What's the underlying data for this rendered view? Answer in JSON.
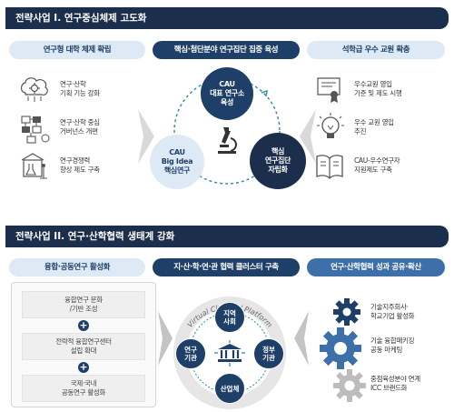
{
  "section1": {
    "title": "전략사업 I. 연구중심체제 고도화",
    "left": {
      "header": "연구형 대학 체제 확립",
      "items": [
        {
          "line1": "연구·산학",
          "line2": "기획 기능 강화",
          "icon": "brain-gear-icon"
        },
        {
          "line1": "연구·산학 중심",
          "line2": "거버넌스 개편",
          "icon": "flowchart-icon"
        },
        {
          "line1": "연구경쟁력",
          "line2": "향상 제도 구축",
          "icon": "lab-flask-icon"
        }
      ]
    },
    "center": {
      "header": "핵심·첨단분야 연구집단 집중 육성",
      "top": {
        "line1": "CAU",
        "line2": "대표 연구소",
        "line3": "육성"
      },
      "left": {
        "line1": "CAU",
        "line2": "Big Idea",
        "line3": "핵심연구"
      },
      "right": {
        "line1": "핵심",
        "line2": "연구집단",
        "line3": "자립화"
      }
    },
    "right": {
      "header": "석학급 우수 교원 확충",
      "items": [
        {
          "line1": "우수교원 영입",
          "line2": "기준 및 제도 시행",
          "icon": "diploma-icon"
        },
        {
          "line1": "우수 교원 영입",
          "line2": "추진",
          "icon": "lightbulb-icon"
        },
        {
          "line1": "CAU-우수연구자",
          "line2": "지원제도 구축",
          "icon": "book-icon"
        }
      ]
    }
  },
  "section2": {
    "title": "전략사업 II. 연구·산학협력 생태계 강화",
    "left": {
      "header": "융합·공동연구 활성화",
      "boxes": [
        {
          "line1": "융합연구 문화",
          "line2": "/기반 조성"
        },
        {
          "line1": "전략적 융합연구센터",
          "line2": "설립 확대"
        },
        {
          "line1": "국제·국내",
          "line2": "공동연구 활성화"
        }
      ]
    },
    "center": {
      "header": "지·산·학·연·관 협력 클러스터 구축",
      "arc_label": "Virtual Cluster / Platform",
      "nodes": {
        "top": {
          "line1": "지역",
          "line2": "사회"
        },
        "left": {
          "line1": "연구",
          "line2": "기관"
        },
        "right": {
          "line1": "정부",
          "line2": "기관"
        },
        "bottom": {
          "line1": "산업체"
        }
      }
    },
    "right": {
      "header": "연구·산학협력 성과 공유·확산",
      "items": [
        {
          "line1": "기술지주회사·",
          "line2": "학교기업 활성화"
        },
        {
          "line1": "기술 융합패키징",
          "line2": "공동 마케팅"
        },
        {
          "line1": "중점육성분야 연계",
          "line2": "ICC 브랜드화"
        }
      ]
    }
  },
  "colors": {
    "navy": "#1b2e4b",
    "dark_blue": "#1e3f67",
    "mid_blue": "#3d6fa8",
    "light_blue": "#ddeaf6",
    "teal": "#2a8f9c"
  }
}
